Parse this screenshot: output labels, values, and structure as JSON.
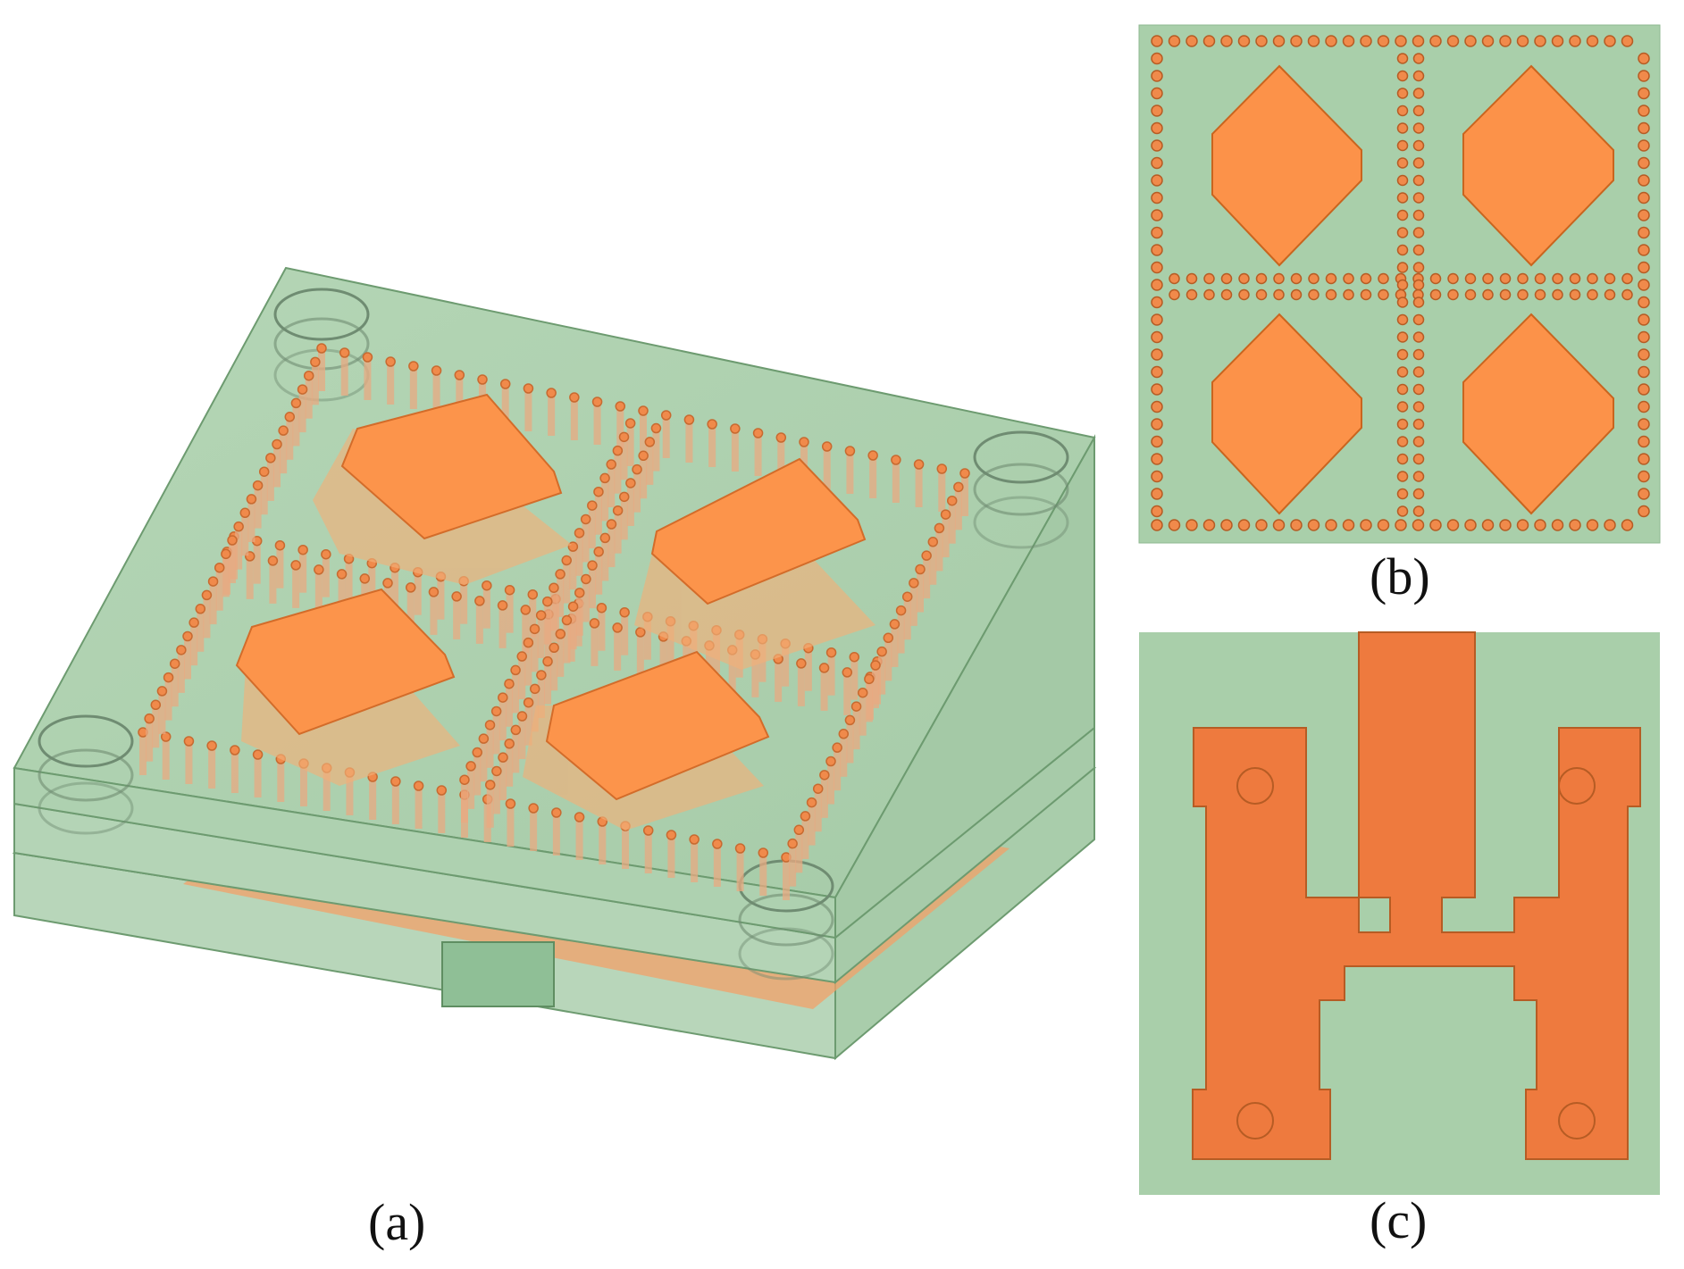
{
  "panels": {
    "a": {
      "label": "(a)"
    },
    "b": {
      "label": "(b)"
    },
    "c": {
      "label": "(c)"
    }
  },
  "colors": {
    "substrate": "#a9cfaa",
    "substrate_transparent": "#b9d8bb",
    "copper": "#fb9249",
    "copper_dark": "#ed7a3f",
    "outline": "#5e8f60",
    "via": "#f08a4b"
  },
  "icons": [
    "antenna-array-3d-view",
    "top-layer-patch-layout",
    "feed-network-layout"
  ]
}
